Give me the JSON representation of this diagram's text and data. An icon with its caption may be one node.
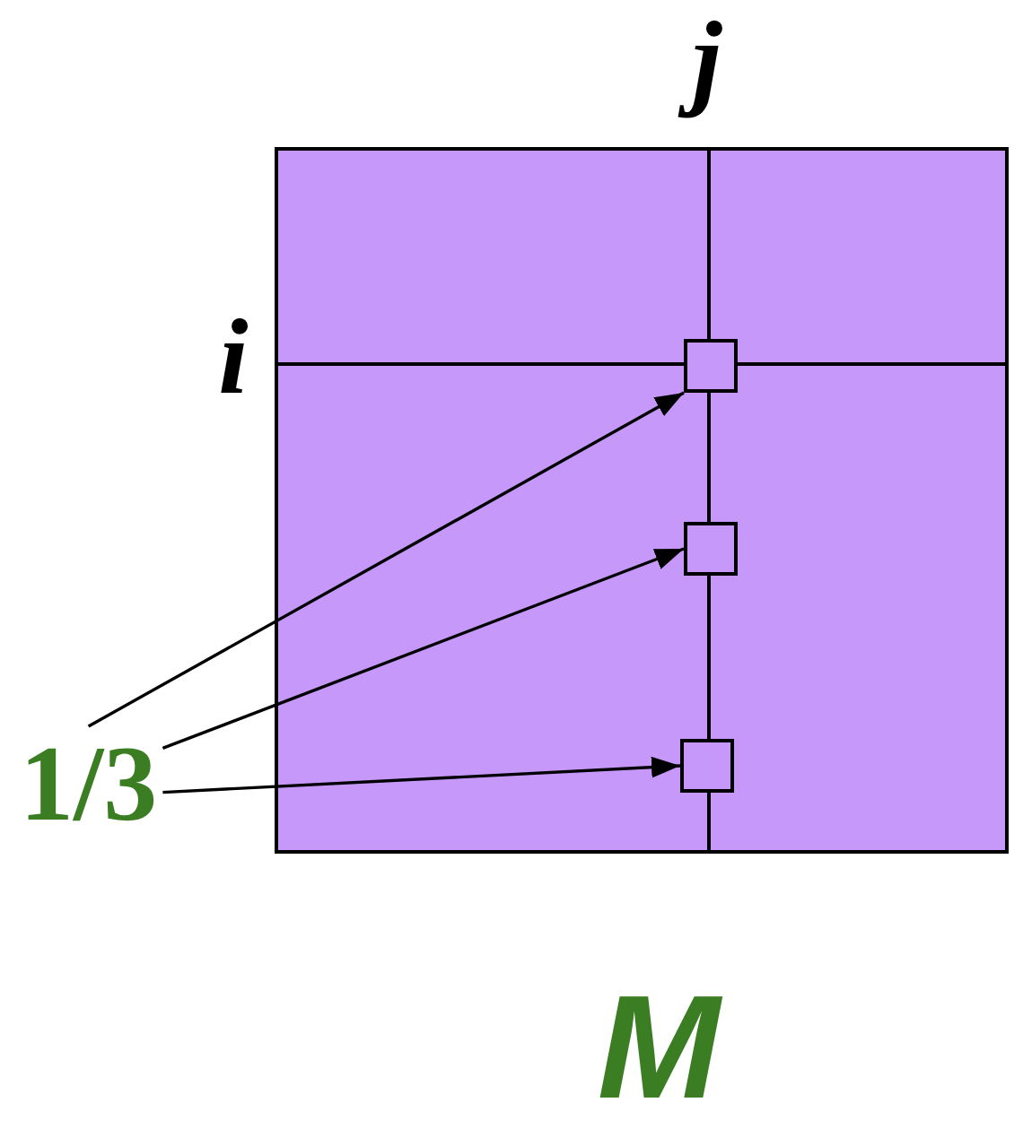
{
  "diagram": {
    "nodes": [
      {
        "text": [],
        "shape": "box",
        "beside": [
          "M"
        ]
      },
      {
        "text": [],
        "shape": "box",
        "in": 0
      },
      {
        "text": [],
        "shape": "box",
        "in": 0
      },
      {
        "text": [],
        "shape": "box",
        "in": 0
      },
      {
        "text": [
          "1/3"
        ]
      }
    ],
    "edges": [
      {
        "from": 4,
        "to": 1,
        "arrow": "to"
      },
      {
        "from": 4,
        "to": 2,
        "arrow": "to"
      },
      {
        "from": 4,
        "to": 3,
        "arrow": "to"
      }
    ],
    "labels": [
      "j",
      "i"
    ]
  }
}
